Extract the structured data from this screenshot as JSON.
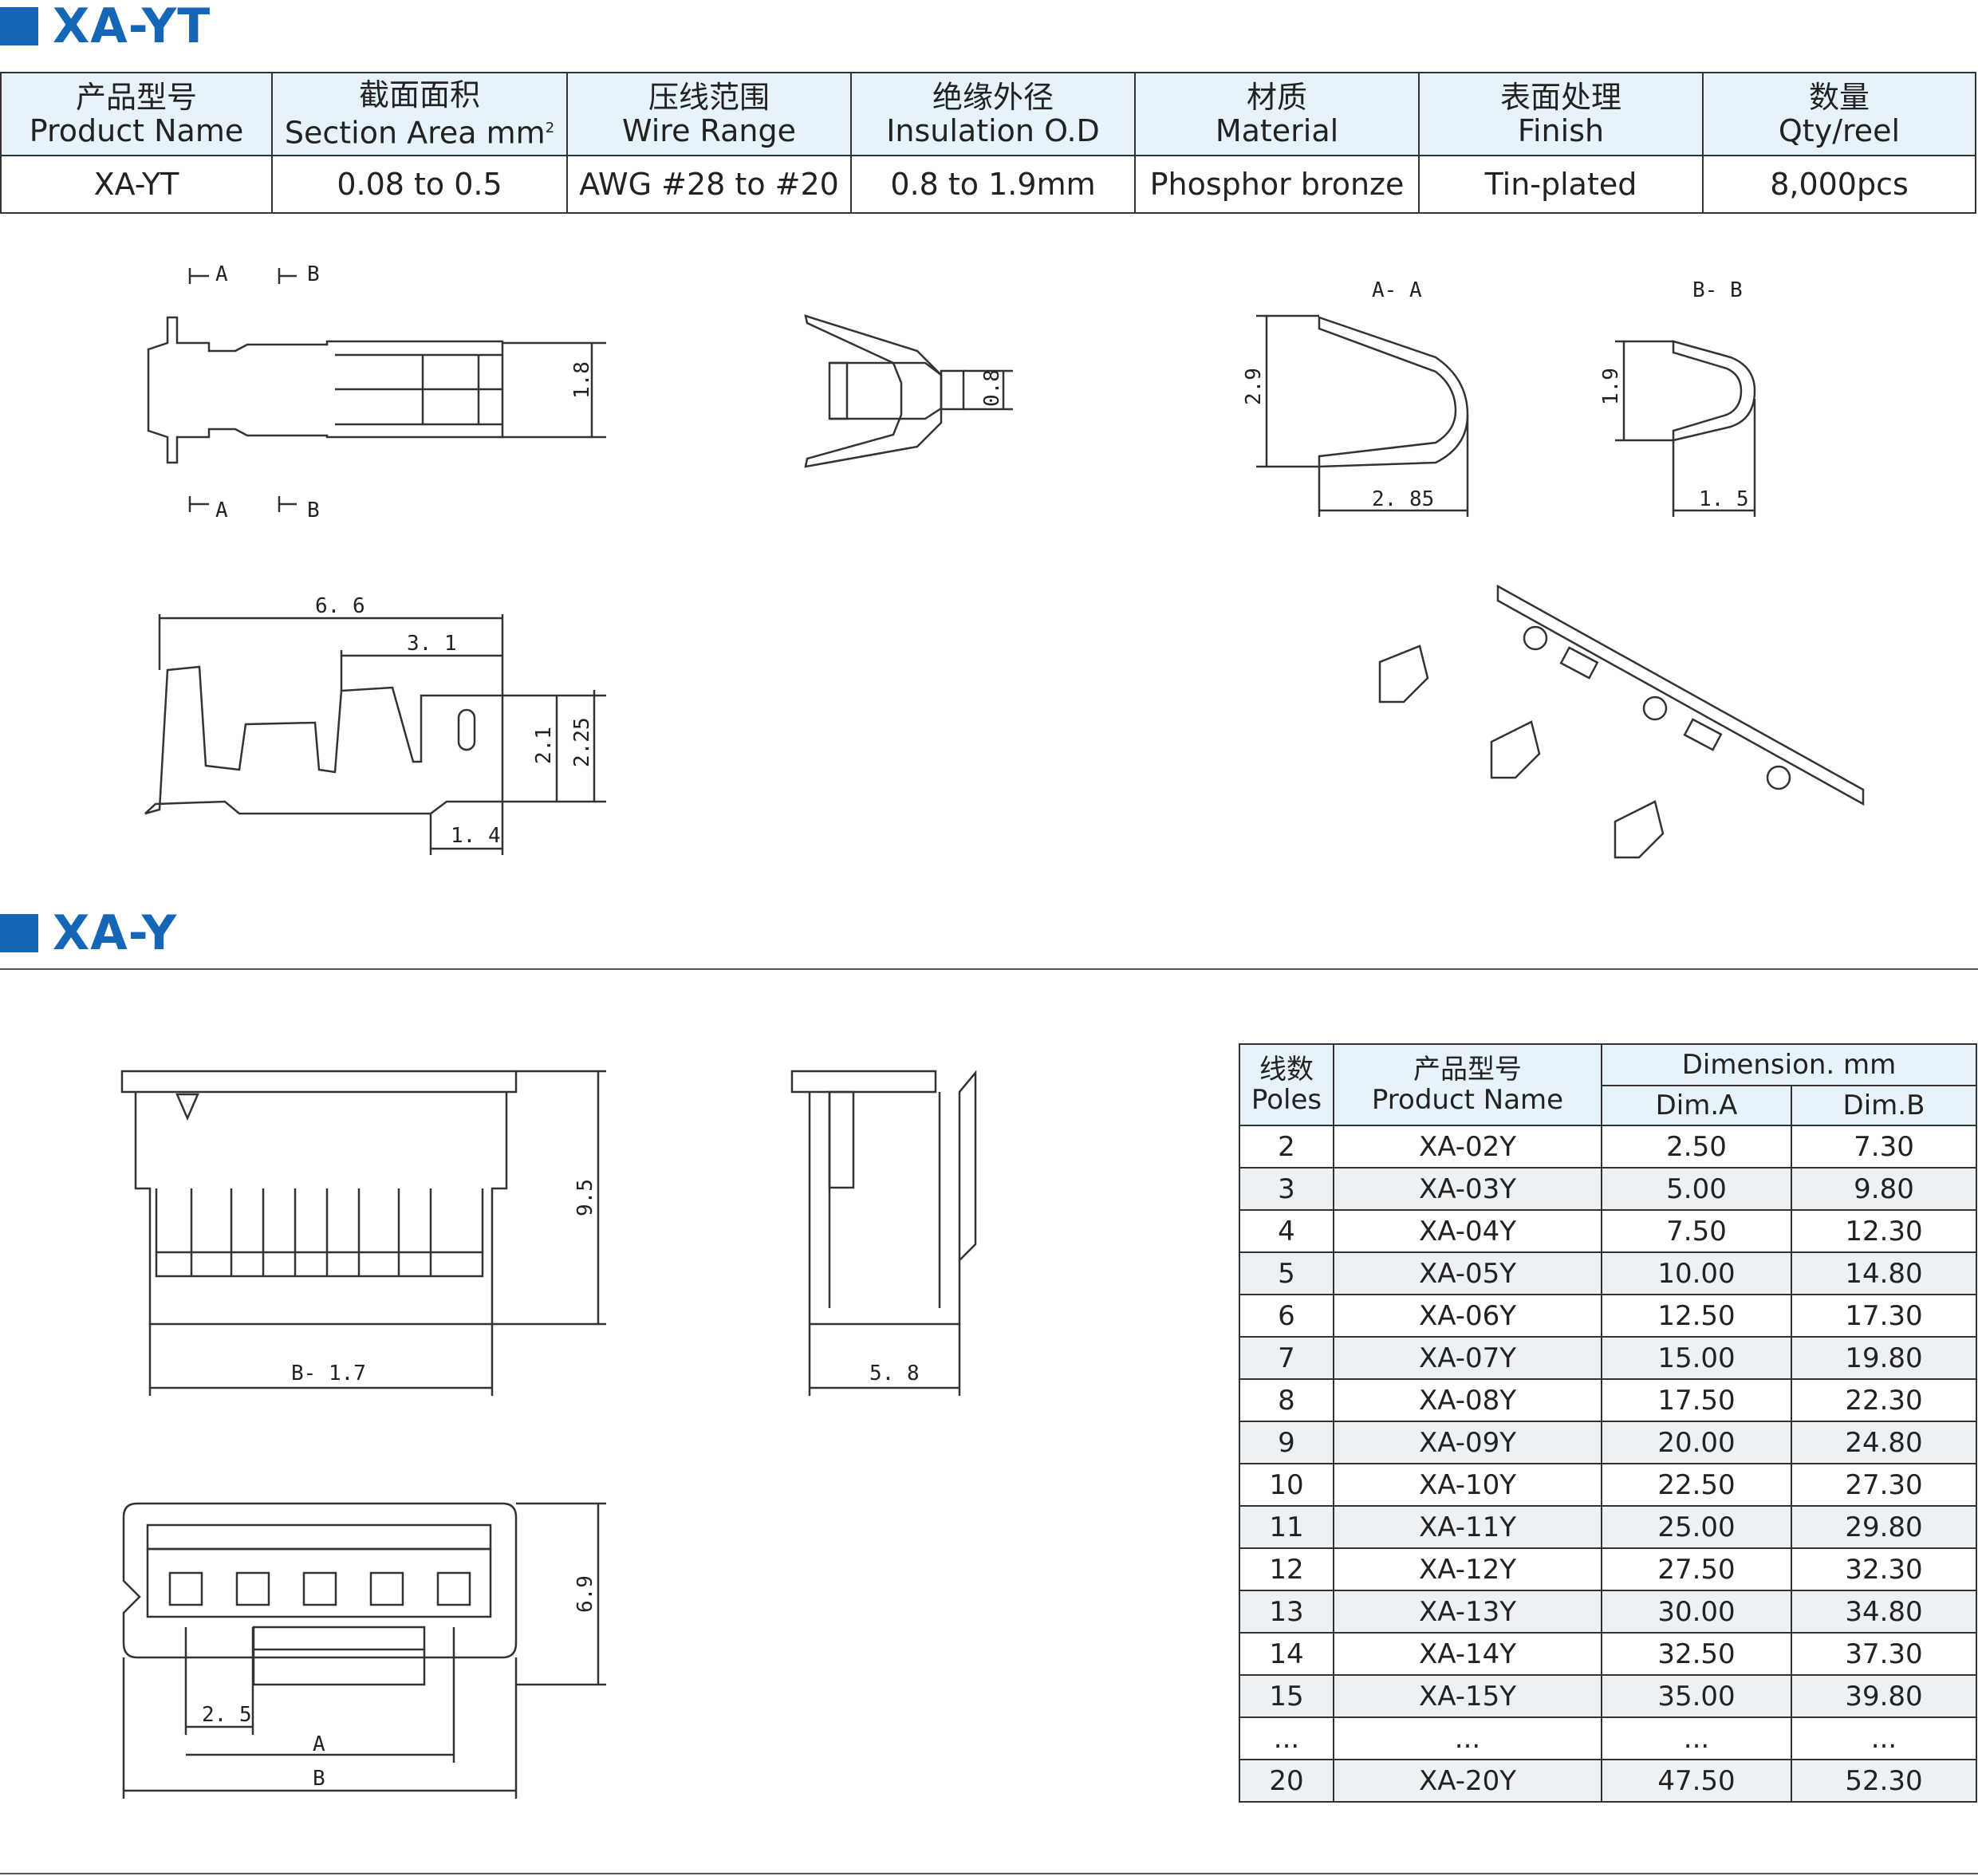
{
  "section1": {
    "title": "XA-YT"
  },
  "spec_table": {
    "headers": [
      {
        "cn": "产品型号",
        "en": "Product Name"
      },
      {
        "cn": "截面面积",
        "en": "Section Area mm",
        "sup": "2"
      },
      {
        "cn": "压线范围",
        "en": "Wire Range"
      },
      {
        "cn": "绝缘外径",
        "en": "Insulation O.D"
      },
      {
        "cn": "材质",
        "en": "Material"
      },
      {
        "cn": "表面处理",
        "en": "Finish"
      },
      {
        "cn": "数量",
        "en": "Qty/reel"
      }
    ],
    "row": [
      "XA-YT",
      "0.08 to 0.5",
      "AWG #28 to #20",
      "0.8 to 1.9mm",
      "Phosphor bronze",
      "Tin-plated",
      "8,000pcs"
    ]
  },
  "drawings_top": {
    "section_a": "A",
    "section_b": "B",
    "section_aa": "A- A",
    "section_bb": "B- B",
    "dim_1_8": "1.8",
    "dim_0_8": "0.8",
    "dim_2_9": "2.9",
    "dim_2_85": "2. 85",
    "dim_1_9": "1.9",
    "dim_1_5": "1. 5",
    "dim_6_6": "6. 6",
    "dim_3_1": "3. 1",
    "dim_2_1": "2.1",
    "dim_2_25": "2.25",
    "dim_1_4": "1. 4"
  },
  "section2": {
    "title": "XA-Y"
  },
  "drawings_bottom": {
    "dim_9_5": "9.5",
    "dim_b17": "B- 1.7",
    "dim_5_8": "5. 8",
    "dim_6_9": "6.9",
    "dim_2_5": "2. 5",
    "dim_a": "A",
    "dim_b": "B"
  },
  "dims_table": {
    "h_poles_cn": "线数",
    "h_poles_en": "Poles",
    "h_name_cn": "产品型号",
    "h_name_en": "Product Name",
    "h_dimension": "Dimension. mm",
    "h_dim_a": "Dim.A",
    "h_dim_b": "Dim.B",
    "rows": [
      [
        "2",
        "XA-02Y",
        "2.50",
        "7.30"
      ],
      [
        "3",
        "XA-03Y",
        "5.00",
        "9.80"
      ],
      [
        "4",
        "XA-04Y",
        "7.50",
        "12.30"
      ],
      [
        "5",
        "XA-05Y",
        "10.00",
        "14.80"
      ],
      [
        "6",
        "XA-06Y",
        "12.50",
        "17.30"
      ],
      [
        "7",
        "XA-07Y",
        "15.00",
        "19.80"
      ],
      [
        "8",
        "XA-08Y",
        "17.50",
        "22.30"
      ],
      [
        "9",
        "XA-09Y",
        "20.00",
        "24.80"
      ],
      [
        "10",
        "XA-10Y",
        "22.50",
        "27.30"
      ],
      [
        "11",
        "XA-11Y",
        "25.00",
        "29.80"
      ],
      [
        "12",
        "XA-12Y",
        "27.50",
        "32.30"
      ],
      [
        "13",
        "XA-13Y",
        "30.00",
        "34.80"
      ],
      [
        "14",
        "XA-14Y",
        "32.50",
        "37.30"
      ],
      [
        "15",
        "XA-15Y",
        "35.00",
        "39.80"
      ],
      [
        "...",
        "...",
        "...",
        "..."
      ],
      [
        "20",
        "XA-20Y",
        "47.50",
        "52.30"
      ]
    ]
  },
  "colors": {
    "accent": "#1566b7",
    "header_bg": "#e7f3fb",
    "alt_row": "#eef1f4"
  }
}
